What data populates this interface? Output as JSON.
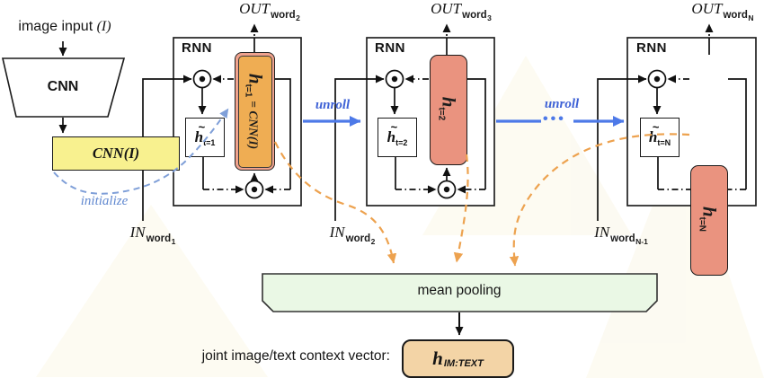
{
  "colors": {
    "unroll_blue": "#4d79e8",
    "initialize_blue": "#7f9fd8",
    "pooling_arrow_orange": "#eda24f",
    "h_first_fill": "#efad53",
    "h_first_ring": "#f0a28d",
    "h_fill": "#ea937f",
    "cnn_feature_fill": "#f8f18f",
    "pooling_fill": "#eaf8e5",
    "context_fill": "#f3d4a6"
  },
  "input": {
    "label": "image input ",
    "variable": "(I)",
    "cnn": "CNN",
    "feature": "CNN(I)"
  },
  "edges": {
    "initialize": "initialize",
    "unroll_1": "unroll",
    "unroll_2": "unroll",
    "ellipsis": "•••"
  },
  "cells": [
    {
      "rnn": "RNN",
      "out": {
        "prefix": "OUT",
        "word": "word",
        "sub": "2"
      },
      "in": {
        "prefix": "IN",
        "word": "word",
        "sub": "1"
      },
      "h_tilde": {
        "mark": "~",
        "base": "h",
        "sub": "t=1"
      },
      "h": {
        "base": "h",
        "sub": "t=1",
        "extra": "= CNN(I)"
      }
    },
    {
      "rnn": "RNN",
      "out": {
        "prefix": "OUT",
        "word": "word",
        "sub": "3"
      },
      "in": {
        "prefix": "IN",
        "word": "word",
        "sub": "2"
      },
      "h_tilde": {
        "mark": "~",
        "base": "h",
        "sub": "t=2"
      },
      "h": {
        "base": "h",
        "sub": "t=2",
        "extra": ""
      }
    },
    {
      "rnn": "RNN",
      "out": {
        "prefix": "OUT",
        "word": "word",
        "sub": "N"
      },
      "in": {
        "prefix": "IN",
        "word": "word",
        "sub": "N-1"
      },
      "h_tilde": {
        "mark": "~",
        "base": "h",
        "sub": "t=N"
      },
      "h": {
        "base": "h",
        "sub": "t=N",
        "extra": ""
      }
    }
  ],
  "pooling": {
    "label": "mean pooling"
  },
  "context": {
    "label": "joint image/text context vector:",
    "h": "h",
    "sub": "IM:TEXT"
  }
}
